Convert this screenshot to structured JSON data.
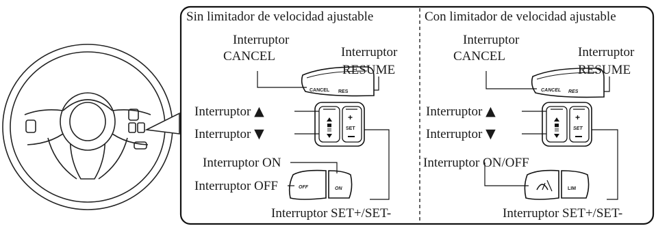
{
  "panels": {
    "left": {
      "title": "Sin limitador de velocidad ajustable",
      "cancel_line1": "Interruptor",
      "cancel_line2": "CANCEL",
      "resume_line1": "Interruptor",
      "resume_line2": "RESUME",
      "up_label": "Interruptor",
      "down_label": "Interruptor",
      "on_label": "Interruptor ON",
      "off_label": "Interruptor OFF",
      "set_label": "Interruptor SET+/SET-",
      "button_texts": {
        "cancel": "CANCEL",
        "res": "RES",
        "set": "SET",
        "off": "OFF",
        "on": "ON"
      }
    },
    "right": {
      "title": "Con limitador de velocidad ajustable",
      "cancel_line1": "Interruptor",
      "cancel_line2": "CANCEL",
      "resume_line1": "Interruptor",
      "resume_line2": "RESUME",
      "up_label": "Interruptor",
      "down_label": "Interruptor",
      "onoff_label": "Interruptor ON/OFF",
      "set_label": "Interruptor SET+/SET-",
      "button_texts": {
        "cancel": "CANCEL",
        "res": "RES",
        "set": "SET",
        "lim": "LIM"
      }
    }
  },
  "icons": {
    "up": "up-triangle-icon",
    "down": "down-triangle-icon"
  }
}
